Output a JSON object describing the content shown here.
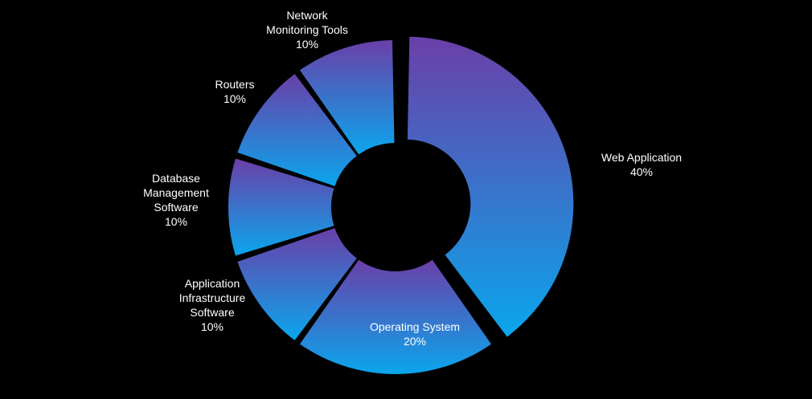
{
  "chart_data": {
    "type": "pie",
    "style": "donut",
    "title": "",
    "colors": {
      "background": "#000000",
      "gradient_start": "#6a3fa8",
      "gradient_end": "#0aa6ec",
      "label_text": "#ffffff"
    },
    "slices": [
      {
        "label_lines": [
          "Web Application"
        ],
        "percent_label": "40%",
        "value": 40,
        "exploded": true
      },
      {
        "label_lines": [
          "Operating System"
        ],
        "percent_label": "20%",
        "value": 20,
        "exploded": false
      },
      {
        "label_lines": [
          "Application",
          "Infrastructure",
          "Software"
        ],
        "percent_label": "10%",
        "value": 10,
        "exploded": false
      },
      {
        "label_lines": [
          "Database",
          "Management",
          "Software"
        ],
        "percent_label": "10%",
        "value": 10,
        "exploded": false
      },
      {
        "label_lines": [
          "Routers"
        ],
        "percent_label": "10%",
        "value": 10,
        "exploded": false
      },
      {
        "label_lines": [
          "Network",
          "Monitoring Tools"
        ],
        "percent_label": "10%",
        "value": 10,
        "exploded": false
      }
    ]
  }
}
